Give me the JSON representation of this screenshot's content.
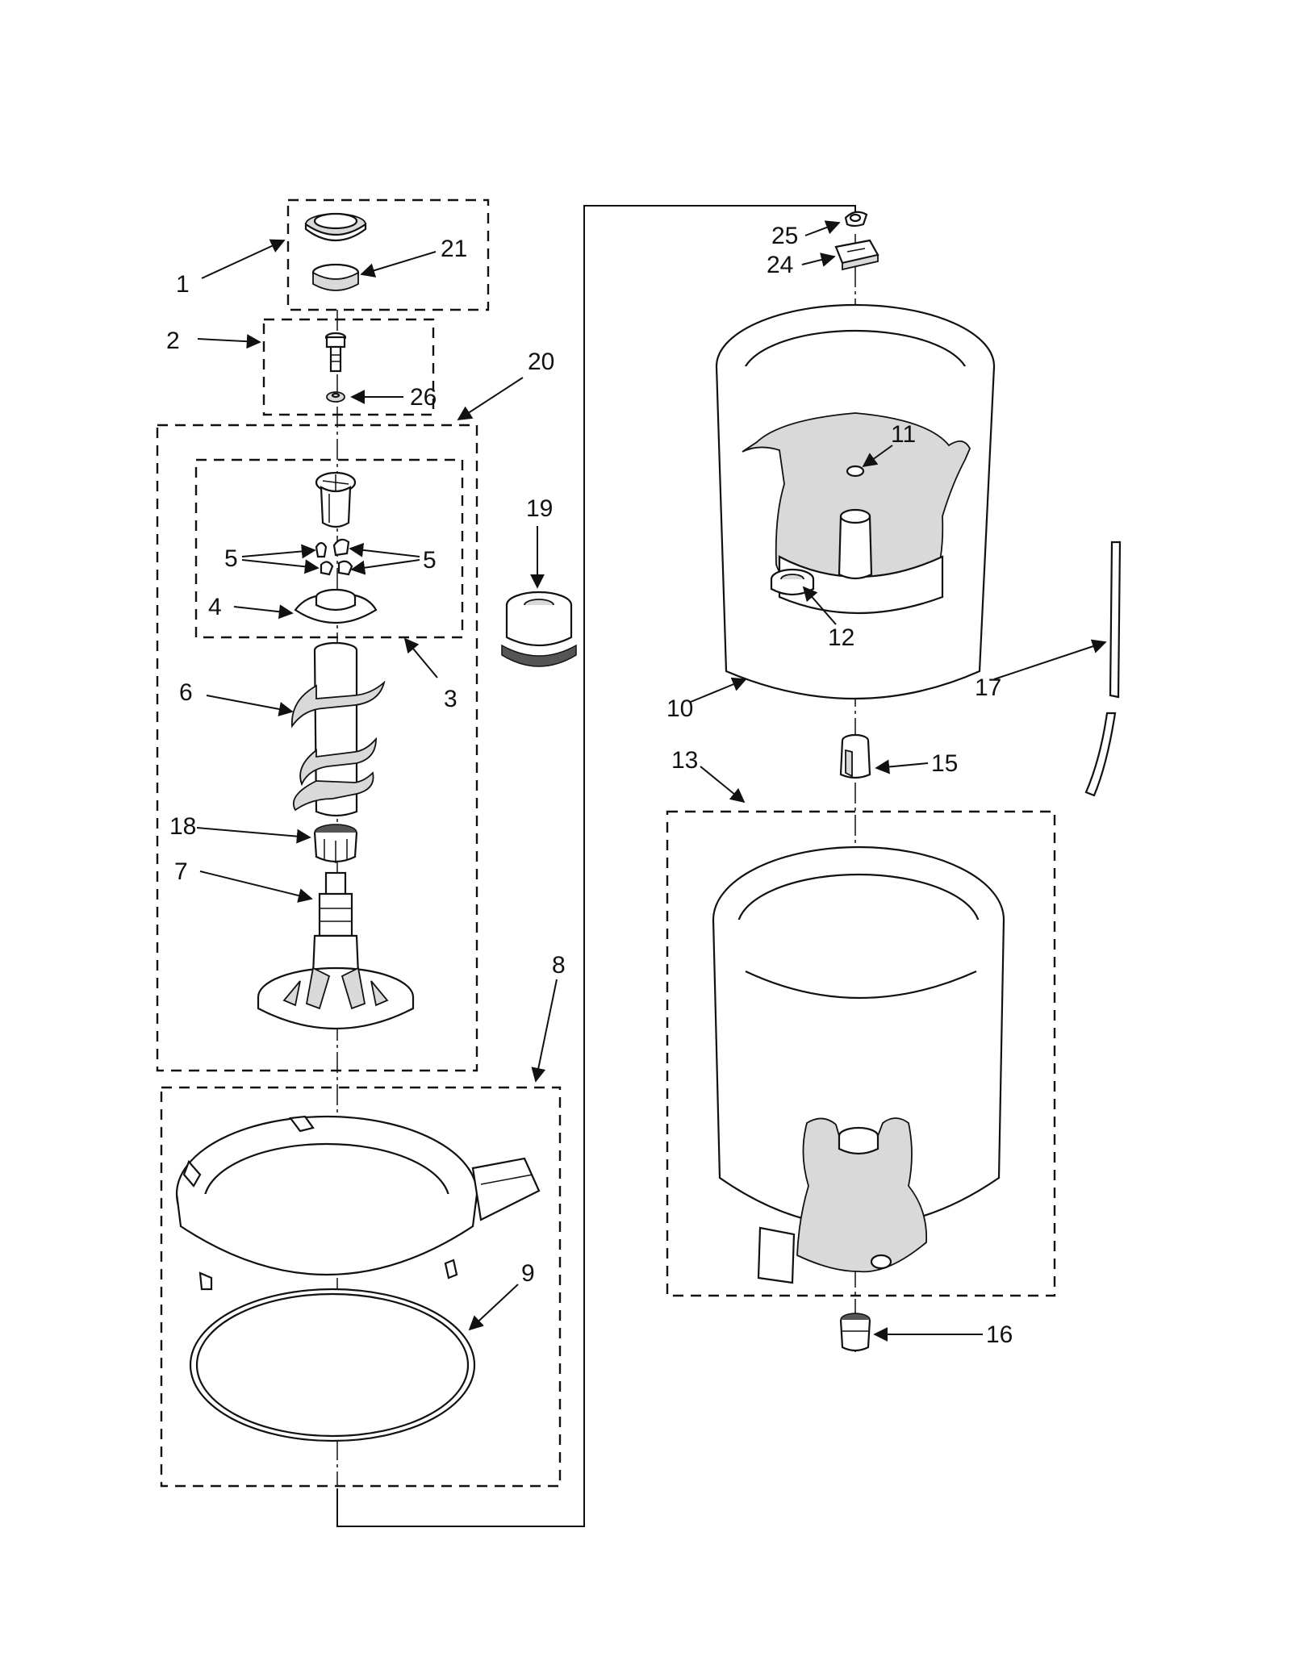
{
  "callouts": {
    "c1": "1",
    "c2": "2",
    "c3": "3",
    "c4": "4",
    "c5a": "5",
    "c5b": "5",
    "c6": "6",
    "c7": "7",
    "c8": "8",
    "c9": "9",
    "c10": "10",
    "c11": "11",
    "c12": "12",
    "c13": "13",
    "c15": "15",
    "c16": "16",
    "c17": "17",
    "c18": "18",
    "c19": "19",
    "c20": "20",
    "c21": "21",
    "c24": "24",
    "c25": "25",
    "c26": "26"
  }
}
